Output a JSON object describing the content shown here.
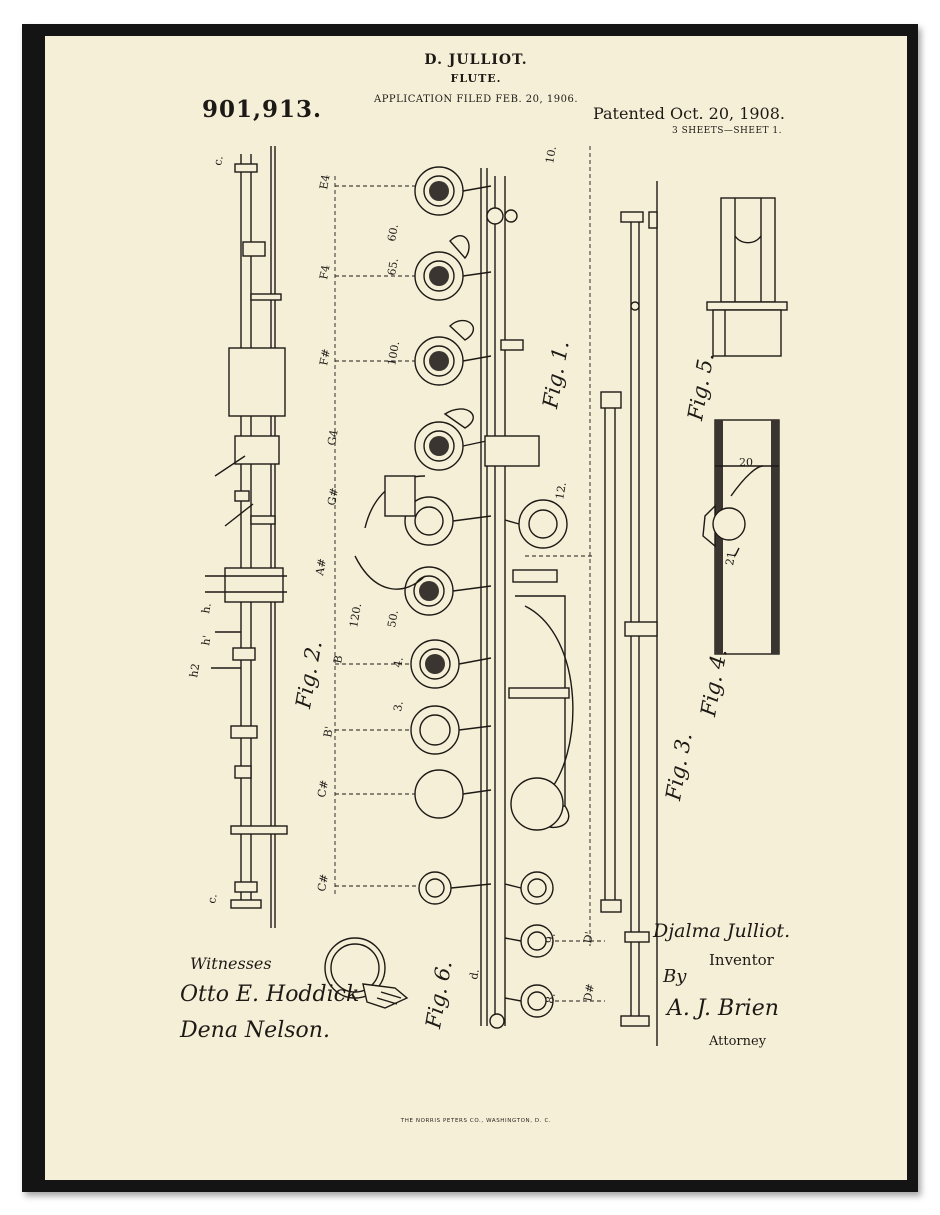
{
  "header": {
    "inventor_name": "D. JULLIOT.",
    "invention": "FLUTE.",
    "application": "APPLICATION FILED FEB. 20, 1906.",
    "patent_number": "901,913.",
    "patented": "Patented Oct. 20, 1908.",
    "sheets": "3 SHEETS—SHEET 1."
  },
  "figures": {
    "fig1": "Fig. 1.",
    "fig2": "Fig. 2.",
    "fig3": "Fig. 3.",
    "fig4": "Fig. 4.",
    "fig5": "Fig. 5.",
    "fig6": "Fig. 6."
  },
  "reference_labels": {
    "e4": "E4",
    "f4": "F4",
    "fsharp": "F#",
    "g4": "G4",
    "gsharp": "G#",
    "asharp": "A#",
    "b": "B",
    "b1": "B'",
    "csharp": "C#",
    "csharp2": "C#",
    "c": "c.",
    "c_bottom": "c.",
    "h": "h.",
    "h1": "h'",
    "h2": "h2",
    "n60": "60.",
    "n65": "65.",
    "n100": "100.",
    "n120": "120.",
    "n50": "50.",
    "n4": "4.",
    "n3": "3.",
    "n10": "10.",
    "n9": "9.",
    "n8": "8.",
    "n12": "12.",
    "n20": "20",
    "n21": "21",
    "d": "d.",
    "d1": "D'",
    "dsharp": "D#"
  },
  "signatures": {
    "witnesses_label": "Witnesses",
    "witness_1": "Otto E. Hoddick",
    "witness_2": "Dena Nelson.",
    "inventor_signature": "Djalma Julliot.",
    "inventor_label": "Inventor",
    "by": "By",
    "attorney_signature": "A. J. Brien",
    "attorney_label": "Attorney"
  },
  "footer": {
    "printer": "THE NORRIS PETERS CO., WASHINGTON, D. C."
  },
  "colors": {
    "paper": "#f6efd8",
    "ink": "#1d1a16",
    "frame": "#141414"
  }
}
